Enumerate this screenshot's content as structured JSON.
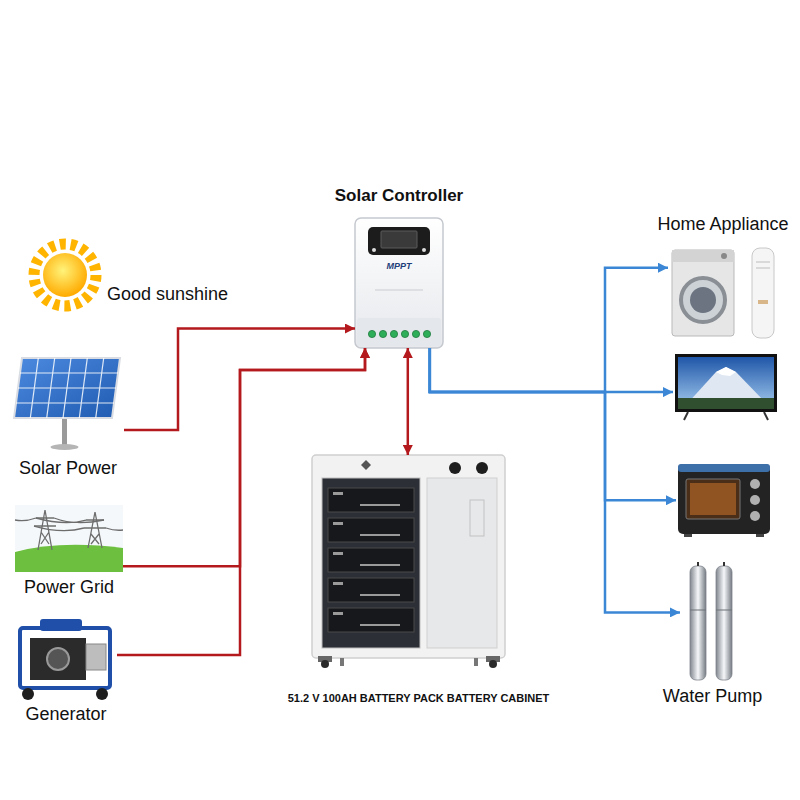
{
  "diagram": {
    "nodes": [
      {
        "text": [
          "Good sunshine"
        ]
      },
      {
        "text": [
          "Solar Power"
        ]
      },
      {
        "text": [
          "Power Grid"
        ]
      },
      {
        "text": [
          "Generator"
        ]
      },
      {
        "text": [
          "Solar Controller"
        ]
      },
      {
        "text": [
          "51.2 V 100AH BATTERY PACK BATTERY CABINET"
        ]
      },
      {
        "text": [
          "Home Appliance"
        ]
      },
      {
        "text": []
      },
      {
        "text": []
      },
      {
        "text": [
          "Water Pump"
        ]
      }
    ],
    "edges": [
      {
        "from": 1,
        "to": 4,
        "arrow": "to"
      },
      {
        "from": 2,
        "to": 4,
        "arrow": "to"
      },
      {
        "from": 3,
        "to": 4,
        "arrow": "to"
      },
      {
        "from": 4,
        "to": 5,
        "arrow": "both"
      },
      {
        "from": 4,
        "to": 6,
        "arrow": "to"
      },
      {
        "from": 4,
        "to": 7,
        "arrow": "to"
      },
      {
        "from": 4,
        "to": 8,
        "arrow": "to"
      },
      {
        "from": 4,
        "to": 9,
        "arrow": "to"
      }
    ],
    "labels": [
      "MPPT"
    ]
  }
}
